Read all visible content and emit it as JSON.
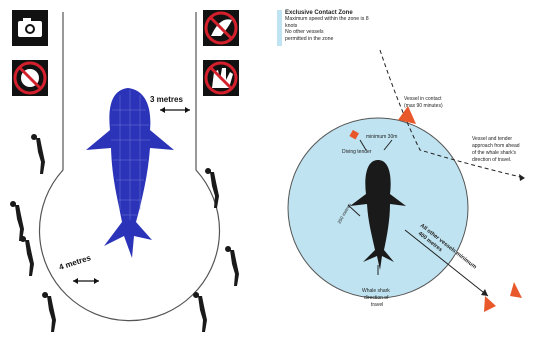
{
  "left_panel": {
    "three_metres": "3 metres",
    "four_metres": "4 metres",
    "icons": [
      {
        "name": "camera-icon",
        "prohibited": false
      },
      {
        "name": "flash-photography-icon",
        "prohibited": true
      },
      {
        "name": "touching-icon",
        "prohibited": true
      },
      {
        "name": "riding-icon",
        "prohibited": true
      }
    ],
    "colors": {
      "shark": "#2b34b8",
      "icon_bg": "#111111",
      "prohibition": "#d4202c"
    }
  },
  "right_panel": {
    "legend": {
      "title": "Exclusive Contact Zone",
      "line1": "Maximum speed within the zone is 8 knots",
      "line2": "No other vessels",
      "line3": "permitted in the zone"
    },
    "labels": {
      "vessel_in_contact": "Vessel in contact",
      "vessel_in_contact_sub": "(max 90 minutes)",
      "approach": "Vessel and tender",
      "approach2": "approach from ahead",
      "approach3": "of the whale shark's",
      "approach4": "direction of travel.",
      "diving_tender": "Diving tender",
      "min_distance": "minimum 30m",
      "all_other": "All other vessels minimum",
      "all_other2": "400 metres",
      "r250": "250 metres",
      "whale_shark": "Whale shark",
      "whale_shark2": "direction of",
      "whale_shark3": "travel"
    },
    "colors": {
      "zone": "#bfe3f0",
      "vessel": "#e8582b",
      "shark": "#1a1a1a"
    }
  }
}
